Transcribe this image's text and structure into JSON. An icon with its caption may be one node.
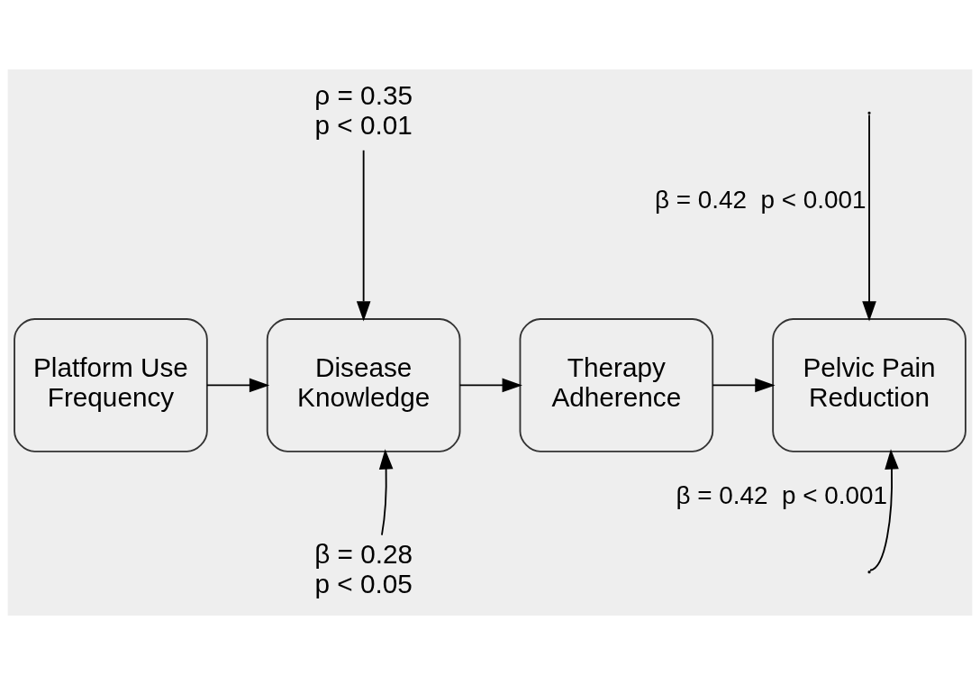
{
  "diagram": {
    "nodes": [
      {
        "text": [
          "Platform Use Frequency"
        ]
      },
      {
        "text": [
          "Disease Knowledge"
        ]
      },
      {
        "text": [
          "Therapy Adherence"
        ]
      },
      {
        "text": [
          "Pelvic Pain Reduction"
        ]
      },
      {
        "text": [
          "ρ = 0.35 p < 0.01"
        ]
      },
      {
        "text": [
          "β = 0.28 p < 0.05"
        ]
      }
    ],
    "edges": [
      {
        "from": 0,
        "to": 1,
        "arrow": "to"
      },
      {
        "from": 1,
        "to": 2,
        "arrow": "to"
      },
      {
        "from": 2,
        "to": 3,
        "arrow": "to"
      },
      {
        "from": null,
        "to": 3,
        "arrow": "to",
        "label": "β = 0.42  p < 0.001"
      },
      {
        "from": 4,
        "to": 1,
        "arrow": "to"
      },
      {
        "from": 5,
        "to": 1,
        "arrow": "to"
      },
      {
        "from": null,
        "to": 3,
        "arrow": "to",
        "label": "β = 0.42  p < 0.001"
      }
    ]
  }
}
